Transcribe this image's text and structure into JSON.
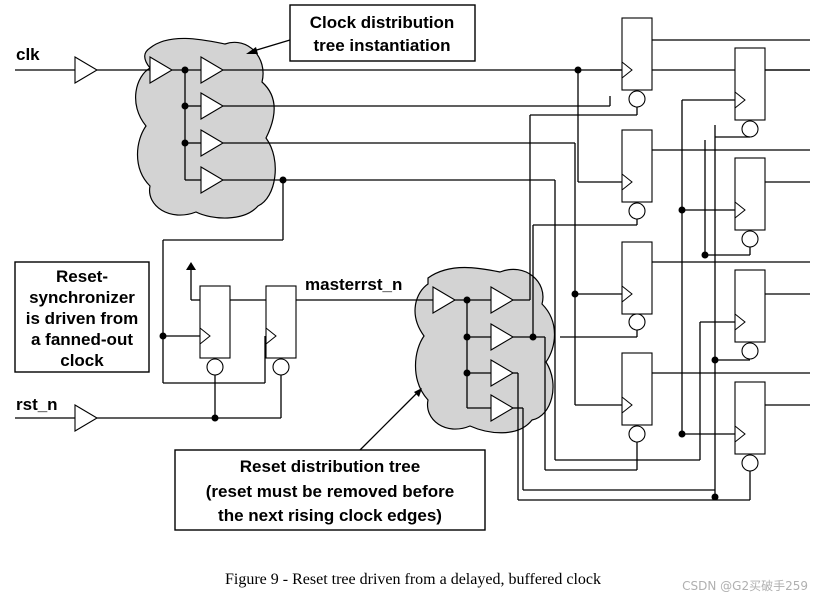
{
  "labels": {
    "clk": "clk",
    "rst_n": "rst_n",
    "masterrst_n": "masterrst_n"
  },
  "callouts": {
    "clock_tree": [
      "Clock distribution",
      "tree instantiation"
    ],
    "reset_sync": [
      "Reset-",
      "synchronizer",
      "is driven from",
      "a fanned-out",
      "clock"
    ],
    "reset_tree": [
      "Reset distribution tree",
      "(reset must be removed before",
      "the next rising clock edges)"
    ]
  },
  "caption": "Figure 9 - Reset tree driven from a delayed, buffered clock",
  "watermark": "CSDN @G2买破手259"
}
